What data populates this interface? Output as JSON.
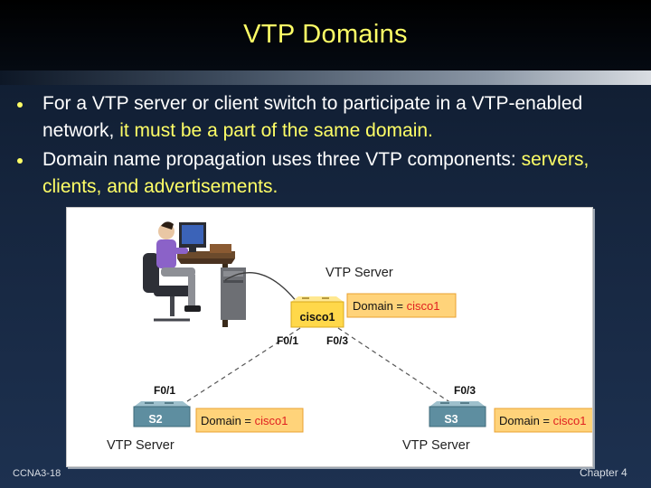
{
  "slide": {
    "title": "VTP Domains",
    "bullets": [
      {
        "text_start": "For a VTP server or client switch to participate in a VTP-enabled network, ",
        "highlight": "it must be a part of the same domain",
        "text_end": "."
      },
      {
        "text_start": "Domain name propagation uses three VTP components: ",
        "highlight": "servers, clients, and advertisements",
        "text_end": "."
      }
    ],
    "footer_left": "CCNA3-18",
    "footer_right": "Chapter 4"
  },
  "diagram": {
    "center_switch": {
      "name": "cisco1",
      "role_label": "VTP Server",
      "domain_prefix": "Domain = ",
      "domain_value": "cisco1",
      "port_left": "F0/1",
      "port_right": "F0/3"
    },
    "left_switch": {
      "name": "S2",
      "port": "F0/1",
      "role_label": "VTP Server",
      "domain_prefix": "Domain = ",
      "domain_value": "cisco1"
    },
    "right_switch": {
      "name": "S3",
      "port": "F0/3",
      "role_label": "VTP Server",
      "domain_prefix": "Domain = ",
      "domain_value": "cisco1"
    },
    "colors": {
      "domain_box_fill": "#ffd37a",
      "domain_box_border": "#e8a030",
      "domain_value": "#e02020",
      "center_switch": "#ffd84a",
      "access_switch": "#5e8ea0"
    }
  }
}
